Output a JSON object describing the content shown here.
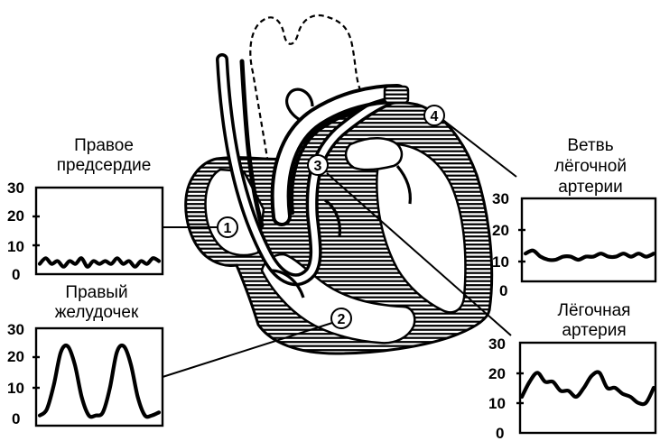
{
  "diagram": {
    "markers": [
      "1",
      "2",
      "3",
      "4"
    ],
    "charts": [
      {
        "id": "right-atrium",
        "label_lines": [
          "Правое",
          "предсердие"
        ],
        "marker": "1",
        "y_ticks": [
          "30",
          "20",
          "10",
          "0"
        ],
        "ylim": [
          0,
          30
        ]
      },
      {
        "id": "right-ventricle",
        "label_lines": [
          "Правый",
          "желудочек"
        ],
        "marker": "2",
        "y_ticks": [
          "30",
          "20",
          "10",
          "0"
        ],
        "ylim": [
          0,
          30
        ]
      },
      {
        "id": "pulmonary-artery-branch",
        "label_lines": [
          "Ветвь",
          "лёгочной",
          "артерии"
        ],
        "marker": "4",
        "y_ticks": [
          "30",
          "20",
          "10",
          "0"
        ],
        "ylim": [
          0,
          30
        ]
      },
      {
        "id": "pulmonary-artery",
        "label_lines": [
          "Лёгочная",
          "артерия"
        ],
        "marker": "3",
        "y_ticks": [
          "30",
          "20",
          "10",
          "0"
        ],
        "ylim": [
          0,
          30
        ]
      }
    ]
  },
  "chart_data": [
    {
      "type": "line",
      "ylim": [
        0,
        30
      ],
      "y_ticks": [
        0,
        10,
        20,
        30
      ],
      "series": [
        {
          "values": [
            3,
            5,
            3,
            4,
            2,
            4,
            3,
            5,
            2,
            4,
            3,
            4,
            3,
            5,
            3,
            4,
            2,
            4,
            3,
            5,
            4
          ]
        }
      ]
    },
    {
      "type": "line",
      "ylim": [
        0,
        30
      ],
      "y_ticks": [
        0,
        10,
        20,
        30
      ],
      "series": [
        {
          "values": [
            1,
            3,
            11,
            22,
            24,
            18,
            7,
            1,
            1,
            2,
            10,
            22,
            24,
            18,
            7,
            1,
            1,
            2
          ]
        }
      ]
    },
    {
      "type": "line",
      "ylim": [
        0,
        30
      ],
      "y_ticks": [
        0,
        10,
        20,
        30
      ],
      "series": [
        {
          "values": [
            12,
            13,
            11,
            10,
            10,
            11,
            11,
            10,
            11,
            11,
            12,
            11,
            11,
            12,
            11,
            12,
            11,
            12
          ]
        }
      ]
    },
    {
      "type": "line",
      "ylim": [
        0,
        30
      ],
      "y_ticks": [
        0,
        10,
        20,
        30
      ],
      "series": [
        {
          "values": [
            12,
            17,
            20,
            17,
            17,
            14,
            14,
            12,
            15,
            19,
            20,
            15,
            15,
            13,
            12,
            10,
            10,
            15
          ]
        }
      ]
    }
  ]
}
